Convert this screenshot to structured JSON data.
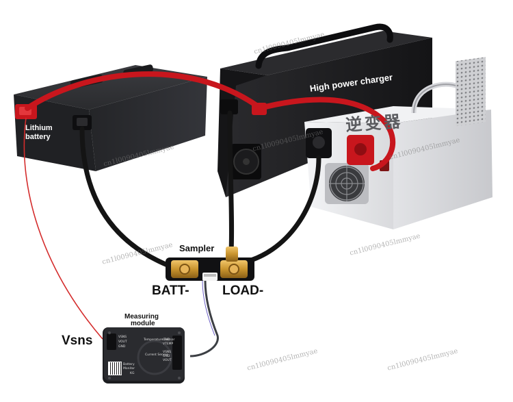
{
  "labels": {
    "lithium_line1": "Lithium",
    "lithium_line2": "battery",
    "charger": "High power charger",
    "chinese_text": "逆变器",
    "sampler": "Sampler",
    "batt_minus": "BATT-",
    "load_minus": "LOAD-",
    "measuring_line1": "Measuring",
    "measuring_line2": "module",
    "vsns": "Vsns"
  },
  "module_text": {
    "pins_left": [
      "VSNS",
      "VOUT",
      "GND"
    ],
    "temp_sensor": "Temperature Sensor",
    "current_sensor": "Current Sensor",
    "pins_right_a": [
      "GND",
      "VTEMP"
    ],
    "pins_right_b": [
      "VSNS",
      "GND",
      "VOUT"
    ],
    "brand_line1": "Battery",
    "brand_line2": "Monitor",
    "model": "KG"
  },
  "watermark": "cn1l009040​5lmmyae",
  "colors": {
    "battery_body": "#2a2b2e",
    "charger_body": "#1c1c1e",
    "inverter_body": "#e6e7ea",
    "cable_red": "#c8161d",
    "cable_black": "#141414",
    "brass": "#c9942e"
  }
}
